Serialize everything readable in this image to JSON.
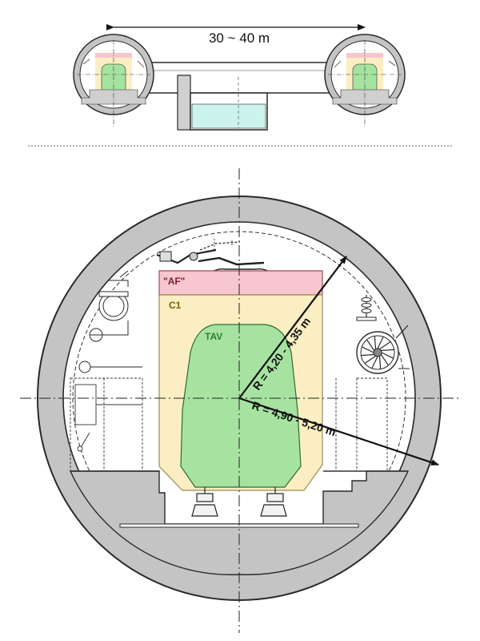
{
  "top_view": {
    "distance_label": "30 ~ 40 m"
  },
  "section": {
    "gauges": [
      {
        "key": "af",
        "label": "\"AF\"",
        "color": "#f7c6ce",
        "text_color": "#7a1f2e"
      },
      {
        "key": "c1",
        "label": "C1",
        "color": "#fbeec2",
        "text_color": "#7a6200"
      },
      {
        "key": "tav",
        "label": "TAV",
        "color": "#a6e3a1",
        "text_color": "#2e7d32"
      }
    ],
    "radius_inner_label": "R = 4,20 - 4,35 m",
    "radius_outer_label": "R = 4,90 - 5,20 m"
  },
  "colors": {
    "lining": "#c4c4c4",
    "outline": "#2a2a2a",
    "water": "#cdf3ee"
  }
}
